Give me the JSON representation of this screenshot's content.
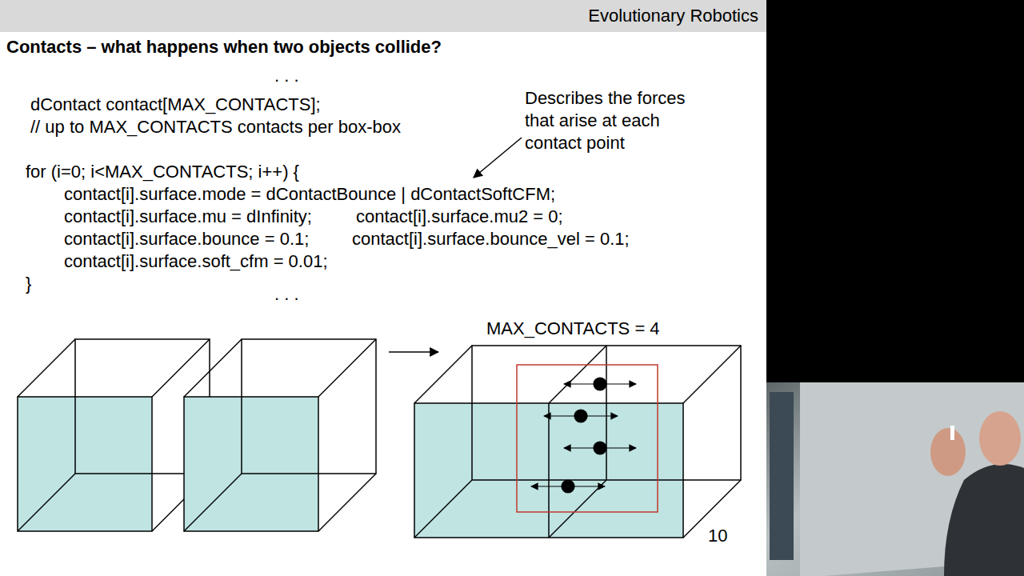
{
  "diagram": {
    "title": "Contacts – what happens when two objects collide?",
    "labels": [
      "Evolutionary Robotics",
      ". . .",
      "dContact contact[MAX_CONTACTS];",
      "// up to MAX_CONTACTS contacts per box-box",
      "Describes the forces that arise at each contact point",
      "for (i=0; i<MAX_CONTACTS; i++) {",
      "contact[i].surface.mode = dContactBounce | dContactSoftCFM;",
      "contact[i].surface.mu = dInfinity;",
      "contact[i].surface.mu2 = 0;",
      "contact[i].surface.bounce = 0.1;",
      "contact[i].surface.bounce_vel = 0.1;",
      "contact[i].surface.soft_cfm = 0.01;",
      "}",
      ". . .",
      "MAX_CONTACTS = 4",
      "10"
    ]
  }
}
